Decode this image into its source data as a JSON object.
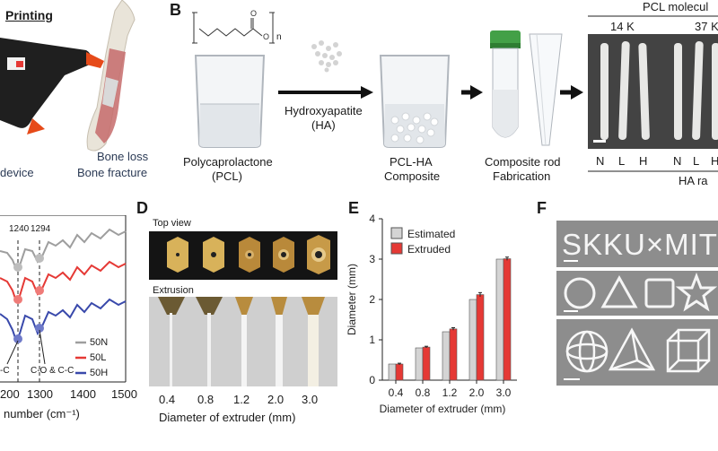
{
  "panels": {
    "A": {
      "title": "Printing",
      "labels": {
        "device": "device",
        "bone_loss": "Bone loss",
        "bone_fracture": "Bone fracture"
      }
    },
    "B": {
      "letter": "B",
      "subscript_n": "n",
      "pcl": {
        "line1": "Polycaprolactone",
        "line2": "(PCL)"
      },
      "ha": {
        "line1": "Hydroxyapatite",
        "line2": "(HA)"
      },
      "composite": {
        "line1": "PCL-HA",
        "line2": "Composite"
      },
      "rod": {
        "line1": "Composite rod",
        "line2": "Fabrication"
      },
      "photo": {
        "title": "PCL molecul",
        "mw1": "14 K",
        "mw2": "37 K",
        "bottom_labels": [
          "N",
          "L",
          "H",
          "N",
          "L",
          "H"
        ],
        "bottom_title": "HA ra"
      }
    },
    "C": {
      "peak1": "1240",
      "peak2": "1294",
      "x_ticks": [
        "200",
        "1300",
        "1400",
        "1500"
      ],
      "xlabel": "number (cm⁻¹)",
      "annot_left": "-C",
      "annot_right": "C-O & C-C",
      "legend": [
        {
          "name": "50N",
          "color": "#9e9e9e"
        },
        {
          "name": "50L",
          "color": "#e53935"
        },
        {
          "name": "50H",
          "color": "#3949ab"
        }
      ]
    },
    "D": {
      "letter": "D",
      "top_view": "Top view",
      "extrusion": "Extrusion",
      "x_ticks": [
        "0.4",
        "0.8",
        "1.2",
        "2.0",
        "3.0"
      ],
      "xlabel": "Diameter of extruder (mm)"
    },
    "E": {
      "letter": "E",
      "legend_estimated": "Estimated",
      "legend_extruded": "Extruded",
      "ylabel": "Diameter (mm)",
      "xlabel": "Diameter of extruder (mm)",
      "y_ticks": [
        "0",
        "1",
        "2",
        "3",
        "4"
      ]
    },
    "F": {
      "letter": "F",
      "text_sample": "SKKU×MIT"
    }
  },
  "colors": {
    "estimated": "#d4d4d4",
    "extruded": "#e53935",
    "spectrum_gray": "#9e9e9e",
    "spectrum_red": "#e53935",
    "spectrum_blue": "#3949ab"
  },
  "chart_data": {
    "type": "bar",
    "categories": [
      "0.4",
      "0.8",
      "1.2",
      "2.0",
      "3.0"
    ],
    "series": [
      {
        "name": "Estimated",
        "values": [
          0.4,
          0.8,
          1.2,
          2.0,
          3.0
        ]
      },
      {
        "name": "Extruded",
        "values": [
          0.4,
          0.82,
          1.27,
          2.12,
          3.01
        ]
      }
    ],
    "extruded_error": [
      0.02,
      0.02,
      0.03,
      0.05,
      0.04
    ],
    "xlabel": "Diameter of extruder (mm)",
    "ylabel": "Diameter (mm)",
    "ylim": [
      0,
      4
    ],
    "legend": "top-left"
  }
}
